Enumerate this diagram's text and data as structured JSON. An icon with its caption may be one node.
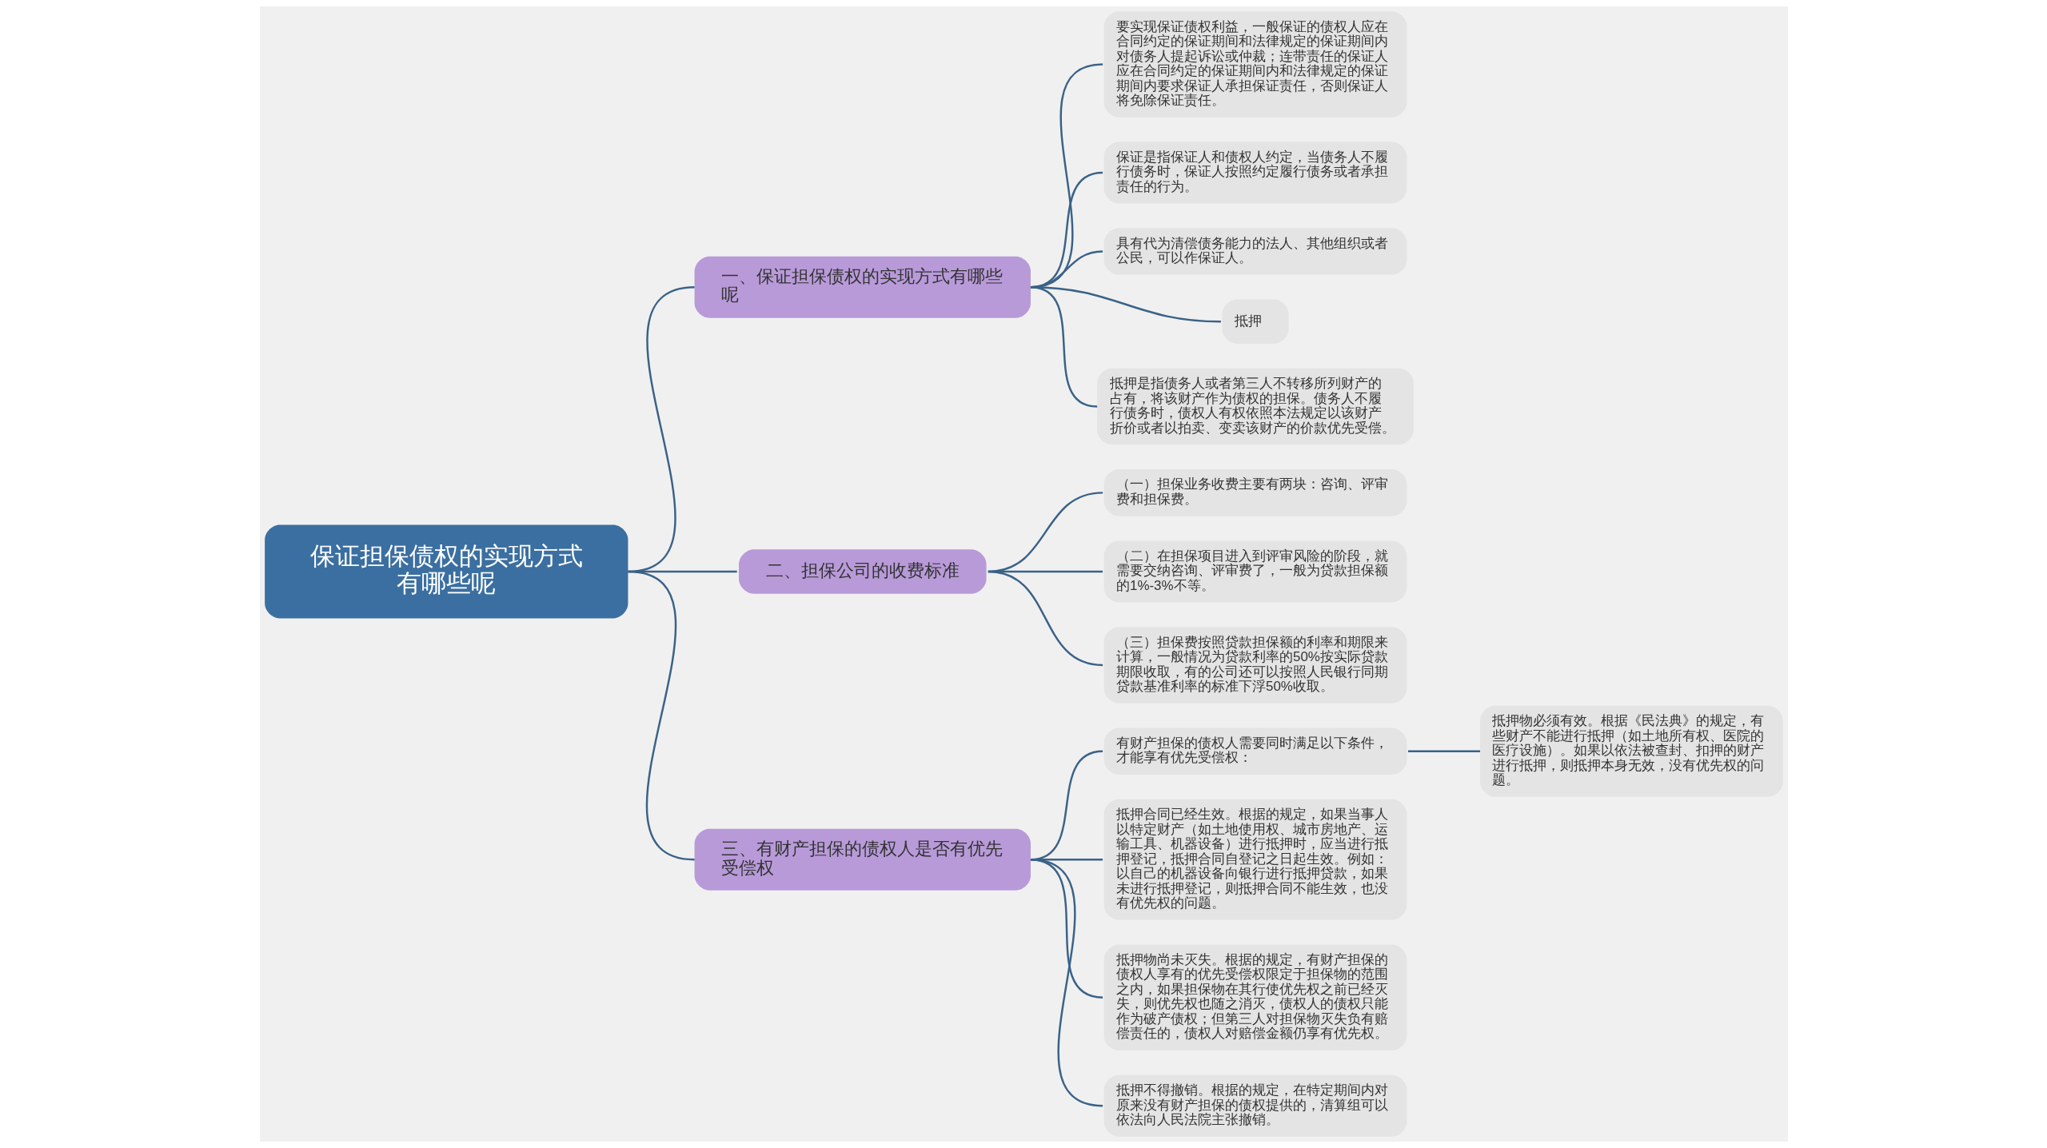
{
  "diagram": {
    "nodes": [
      {
        "text": [
          "保证担保债权的实现方式有哪些呢"
        ]
      },
      {
        "text": [
          "一、保证担保债权的实现方式有哪些呢"
        ]
      },
      {
        "text": [
          "要实现保证债权利益，一般保证的债权人应在合同约定的保证期间和法律规定的保证期间内对债务人提起诉讼或仲裁；连带责任的保证人应在合同约定的保证期间内和法律规定的保证期间内要求保证人承担保证责任，否则保证人将免除保证责任。"
        ]
      },
      {
        "text": [
          "保证是指保证人和债权人约定，当债务人不履行债务时，保证人按照约定履行债务或者承担责任的行为。"
        ]
      },
      {
        "text": [
          "具有代为清偿债务能力的法人、其他组织或者公民，可以作保证人。"
        ]
      },
      {
        "text": [
          "抵押"
        ]
      },
      {
        "text": [
          "抵押是指债务人或者第三人不转移所列财产的占有，将该财产作为债权的担保。债务人不履行债务时，债权人有权依照本法规定以该财产折价或者以拍卖、变卖该财产的价款优先受偿。"
        ]
      },
      {
        "text": [
          "二、担保公司的收费标准"
        ]
      },
      {
        "text": [
          "（一）担保业务收费主要有两块：咨询、评审费和担保费。"
        ]
      },
      {
        "text": [
          "（二）在担保项目进入到评审风险的阶段，就需要交纳咨询、评审费了，一般为贷款担保额的1%-3%不等。"
        ]
      },
      {
        "text": [
          "（三）担保费按照贷款担保额的利率和期限来计算，一般情况为贷款利率的50%按实际贷款期限收取，有的公司还可以按照人民银行同期贷款基准利率的标准下浮50%收取。"
        ]
      },
      {
        "text": [
          "三、有财产担保的债权人是否有优先受偿权"
        ]
      },
      {
        "text": [
          "有财产担保的债权人需要同时满足以下条件，才能享有优先受偿权："
        ]
      },
      {
        "text": [
          "抵押物必须有效。根据《民法典》的规定，有些财产不能进行抵押（如土地所有权、医院的医疗设施）。如果以依法被查封、扣押的财产进行抵押，则抵押本身无效，没有优先权的问题。"
        ]
      },
      {
        "text": [
          "抵押合同已经生效。根据的规定，如果当事人以特定财产（如土地使用权、城市房地产、运输工具、机器设备）进行抵押时，应当进行抵押登记，抵押合同自登记之日起生效。例如：以自己的机器设备向银行进行抵押贷款，如果未进行抵押登记，则抵押合同不能生效，也没有优先权的问题。"
        ]
      },
      {
        "text": [
          "抵押物尚未灭失。根据的规定，有财产担保的债权人享有的优先受偿权限定于担保物的范围之内，如果担保物在其行使优先权之前已经灭失，则优先权也随之消灭，债权人的债权只能作为破产债权；但第三人对担保物灭失负有赔偿责任的，债权人对赔偿金额仍享有优先权。"
        ]
      },
      {
        "text": [
          "抵押不得撤销。根据的规定，在特定期间内对原来没有财产担保的债权提供的，清算组可以依法向人民法院主张撤销。"
        ]
      }
    ],
    "edges": [
      {
        "from": 0,
        "to": 1,
        "arrow": "none"
      },
      {
        "from": 1,
        "to": 2,
        "arrow": "none"
      },
      {
        "from": 1,
        "to": 3,
        "arrow": "none"
      },
      {
        "from": 1,
        "to": 4,
        "arrow": "none"
      },
      {
        "from": 1,
        "to": 5,
        "arrow": "none"
      },
      {
        "from": 1,
        "to": 6,
        "arrow": "none"
      },
      {
        "from": 0,
        "to": 7,
        "arrow": "none"
      },
      {
        "from": 7,
        "to": 8,
        "arrow": "none"
      },
      {
        "from": 7,
        "to": 9,
        "arrow": "none"
      },
      {
        "from": 7,
        "to": 10,
        "arrow": "none"
      },
      {
        "from": 0,
        "to": 11,
        "arrow": "none"
      },
      {
        "from": 11,
        "to": 12,
        "arrow": "none"
      },
      {
        "from": 12,
        "to": 13,
        "arrow": "none"
      },
      {
        "from": 11,
        "to": 14,
        "arrow": "none"
      },
      {
        "from": 11,
        "to": 15,
        "arrow": "none"
      },
      {
        "from": 11,
        "to": 16,
        "arrow": "none"
      }
    ]
  }
}
